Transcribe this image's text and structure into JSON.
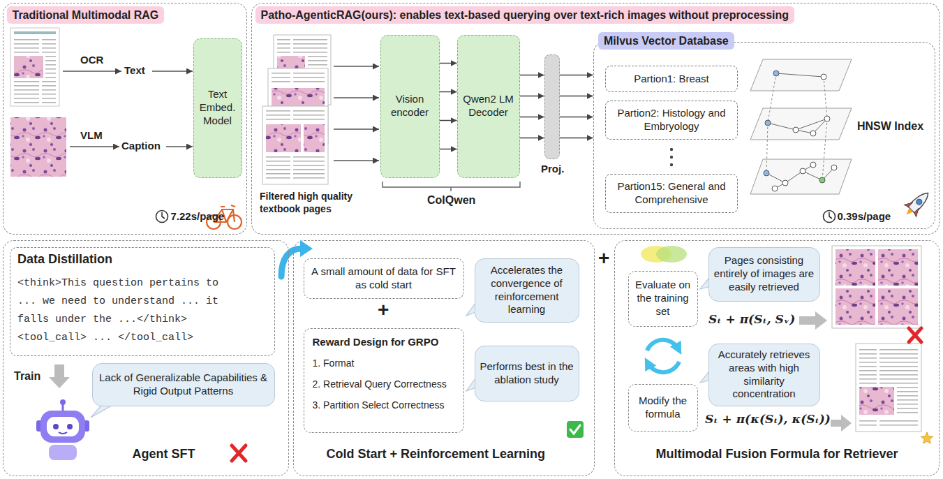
{
  "diagram": {
    "nodes": [
      {
        "text": [
          "Traditional Multimodal RAG",
          "7.22s/page"
        ]
      },
      {
        "text": [
          "Text Embed. Model"
        ],
        "in": 0
      },
      {
        "text": [
          "Patho-AgenticRAG(ours): enables text-based querying over text-rich images without preprocessing",
          "0.39s/page"
        ]
      },
      {
        "text": [
          "Vision encoder"
        ],
        "in": 2
      },
      {
        "text": [
          "Qwen2 LM Decoder"
        ],
        "in": 2
      },
      {
        "text": [
          "Proj."
        ],
        "in": 2
      },
      {
        "text": [
          "Milvus Vector Database"
        ],
        "in": 2
      },
      {
        "text": [
          "Partion1: Breast"
        ],
        "in": 6
      },
      {
        "text": [
          "Partion2: Histology and Embryology"
        ],
        "in": 6
      },
      {
        "text": [
          "Partion15: General and Comprehensive"
        ],
        "in": 6
      },
      {
        "text": [
          "Agent SFT"
        ]
      },
      {
        "text": [
          "Data Distillation",
          "<think>This question pertains to ... we need to understand ... it falls under the ...</think> <tool_call> ... </tool_call>"
        ],
        "in": 10
      },
      {
        "text": [
          "Lack of Generalizable Capabilities & Rigid Output Patterns"
        ],
        "in": 10
      },
      {
        "text": [
          "Cold Start + Reinforcement Learning"
        ]
      },
      {
        "text": [
          "A small amount of data for SFT as cold start"
        ],
        "in": 13
      },
      {
        "text": [
          "Reward Design for GRPO",
          "1. Format",
          "2. Retrieval Query Correctness",
          "3. Partition Select Correctness"
        ],
        "in": 13
      },
      {
        "text": [
          "Accelerates the convergence of reinforcement learning"
        ],
        "in": 13
      },
      {
        "text": [
          "Performs best in the ablation study"
        ],
        "in": 13
      },
      {
        "text": [
          "Multimodal Fusion Formula for Retriever"
        ]
      },
      {
        "text": [
          "Evaluate on the training set"
        ],
        "in": 18
      },
      {
        "text": [
          "Modify the formula"
        ],
        "in": 18
      },
      {
        "text": [
          "Pages consisting entirely of images are easily retrieved"
        ],
        "in": 18
      },
      {
        "text": [
          "Accurately retrieves areas with high similarity concentration"
        ],
        "in": 18
      }
    ],
    "edges": [
      {
        "from": 3,
        "to": 4,
        "arrow": "to"
      },
      {
        "from": 3,
        "to": 4,
        "arrow": "to"
      },
      {
        "from": 3,
        "to": 4,
        "arrow": "to"
      },
      {
        "from": 3,
        "to": 4,
        "arrow": "to"
      },
      {
        "from": 4,
        "to": 5,
        "arrow": "to"
      },
      {
        "from": 4,
        "to": 5,
        "arrow": "to"
      },
      {
        "from": 4,
        "to": 5,
        "arrow": "to"
      },
      {
        "from": 4,
        "to": 5,
        "arrow": "to"
      },
      {
        "from": 5,
        "to": 6,
        "arrow": "to"
      },
      {
        "from": 5,
        "to": 6,
        "arrow": "to"
      },
      {
        "from": 5,
        "to": 6,
        "arrow": "to"
      },
      {
        "from": 5,
        "to": 6,
        "arrow": "to"
      }
    ],
    "labels": [
      "OCR",
      "Text",
      "VLM",
      "Caption",
      "Filtered high quality textbook pages",
      "ColQwen",
      "HNSW Index",
      "Train",
      "+",
      "+",
      "Sₜ + π(Sₜ, Sᵥ)",
      "Sₜ + π(κ(Sₜ), κ(Sₜ))"
    ]
  }
}
